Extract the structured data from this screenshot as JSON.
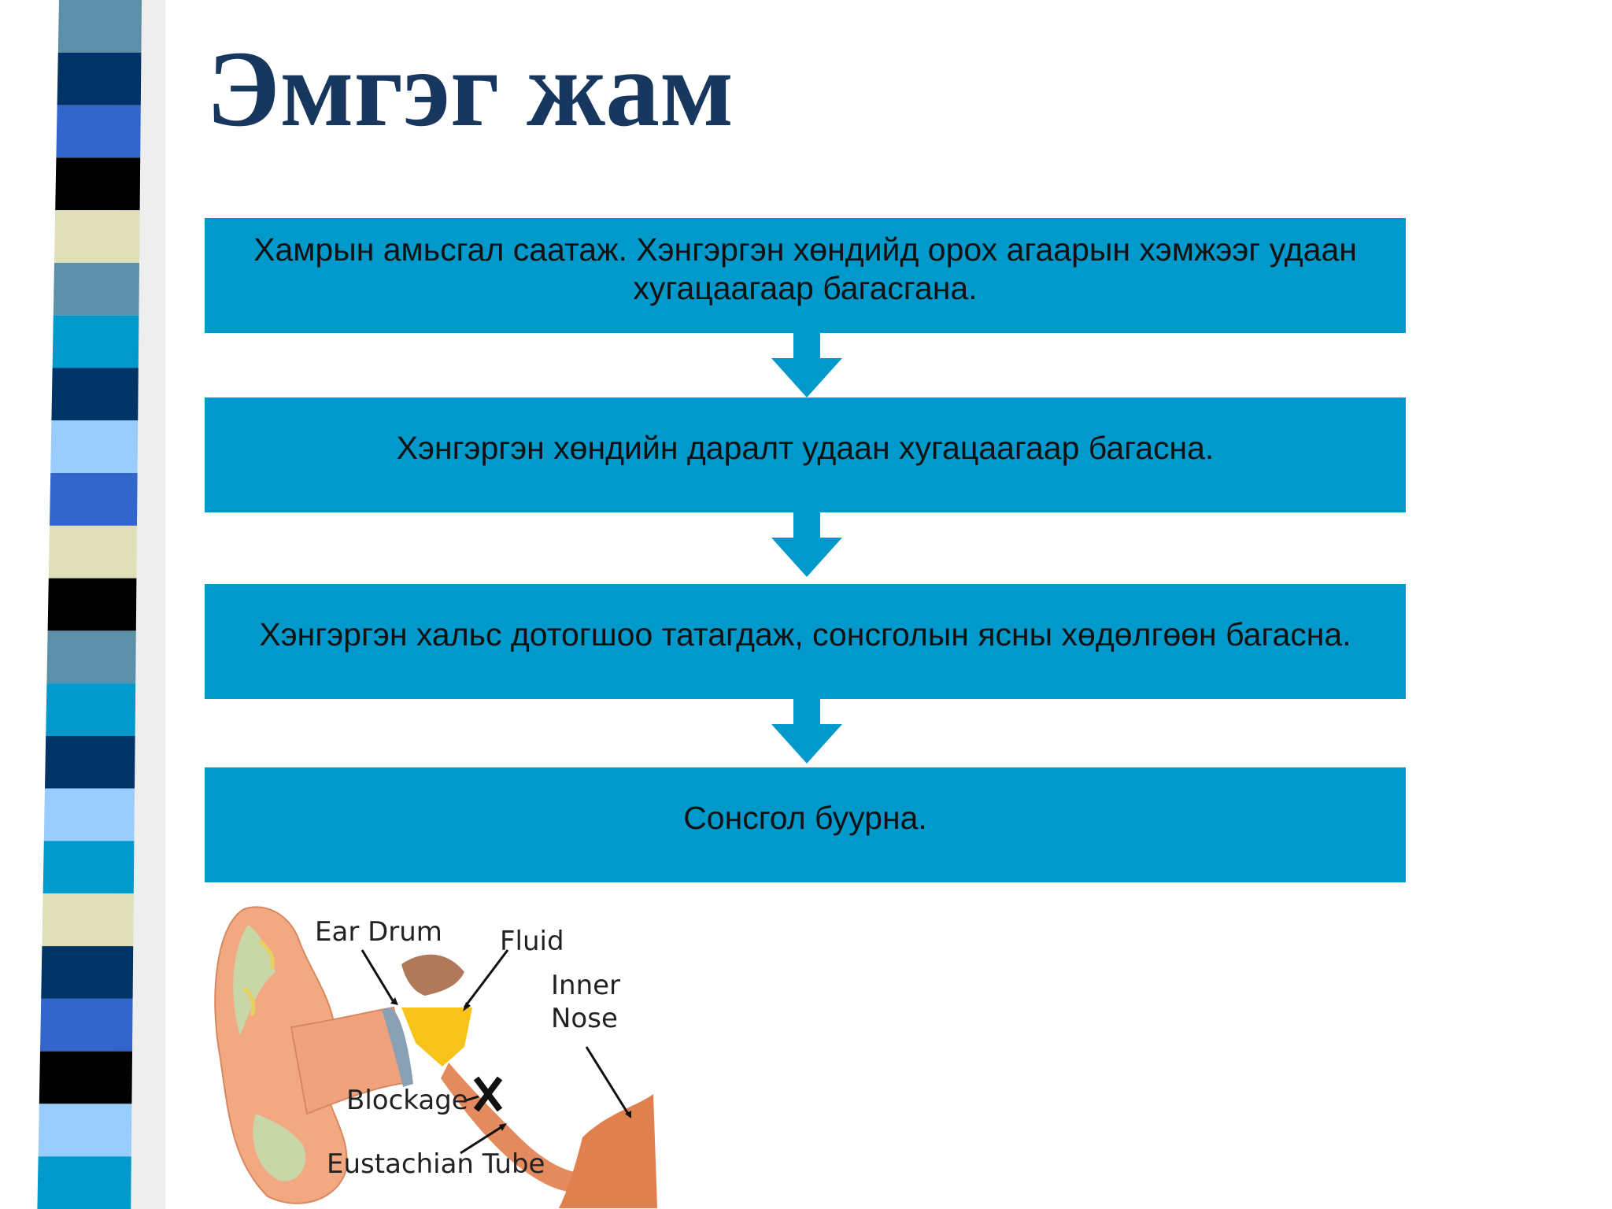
{
  "title": "Эмгэг жам",
  "colors": {
    "title": "#17375e",
    "box": "#0099cc",
    "stripe_palette": [
      "#5c8fa8",
      "#003366",
      "#3366cc",
      "#000000",
      "#e0e0b8",
      "#0099cc",
      "#99ccff"
    ]
  },
  "flow": {
    "steps": [
      {
        "text": "Хамрын амьсгал саатаж. Хэнгэргэн хөндийд орох агаарын хэмжээг удаан хугацаагаар багасгана."
      },
      {
        "text": "Хэнгэргэн хөндийн даралт удаан хугацаагаар багасна."
      },
      {
        "text": "Хэнгэргэн хальс дотогшоо татагдаж, сонсголын ясны хөдөлгөөн багасна."
      },
      {
        "text": "Сонсгол буурна."
      }
    ],
    "arrow_icon": "arrow-down-icon"
  },
  "ear_image": {
    "labels": {
      "ear_drum": "Ear Drum",
      "fluid": "Fluid",
      "inner": "Inner",
      "nose": "Nose",
      "blockage": "Blockage",
      "eustachian_tube": "Eustachian Tube"
    }
  }
}
